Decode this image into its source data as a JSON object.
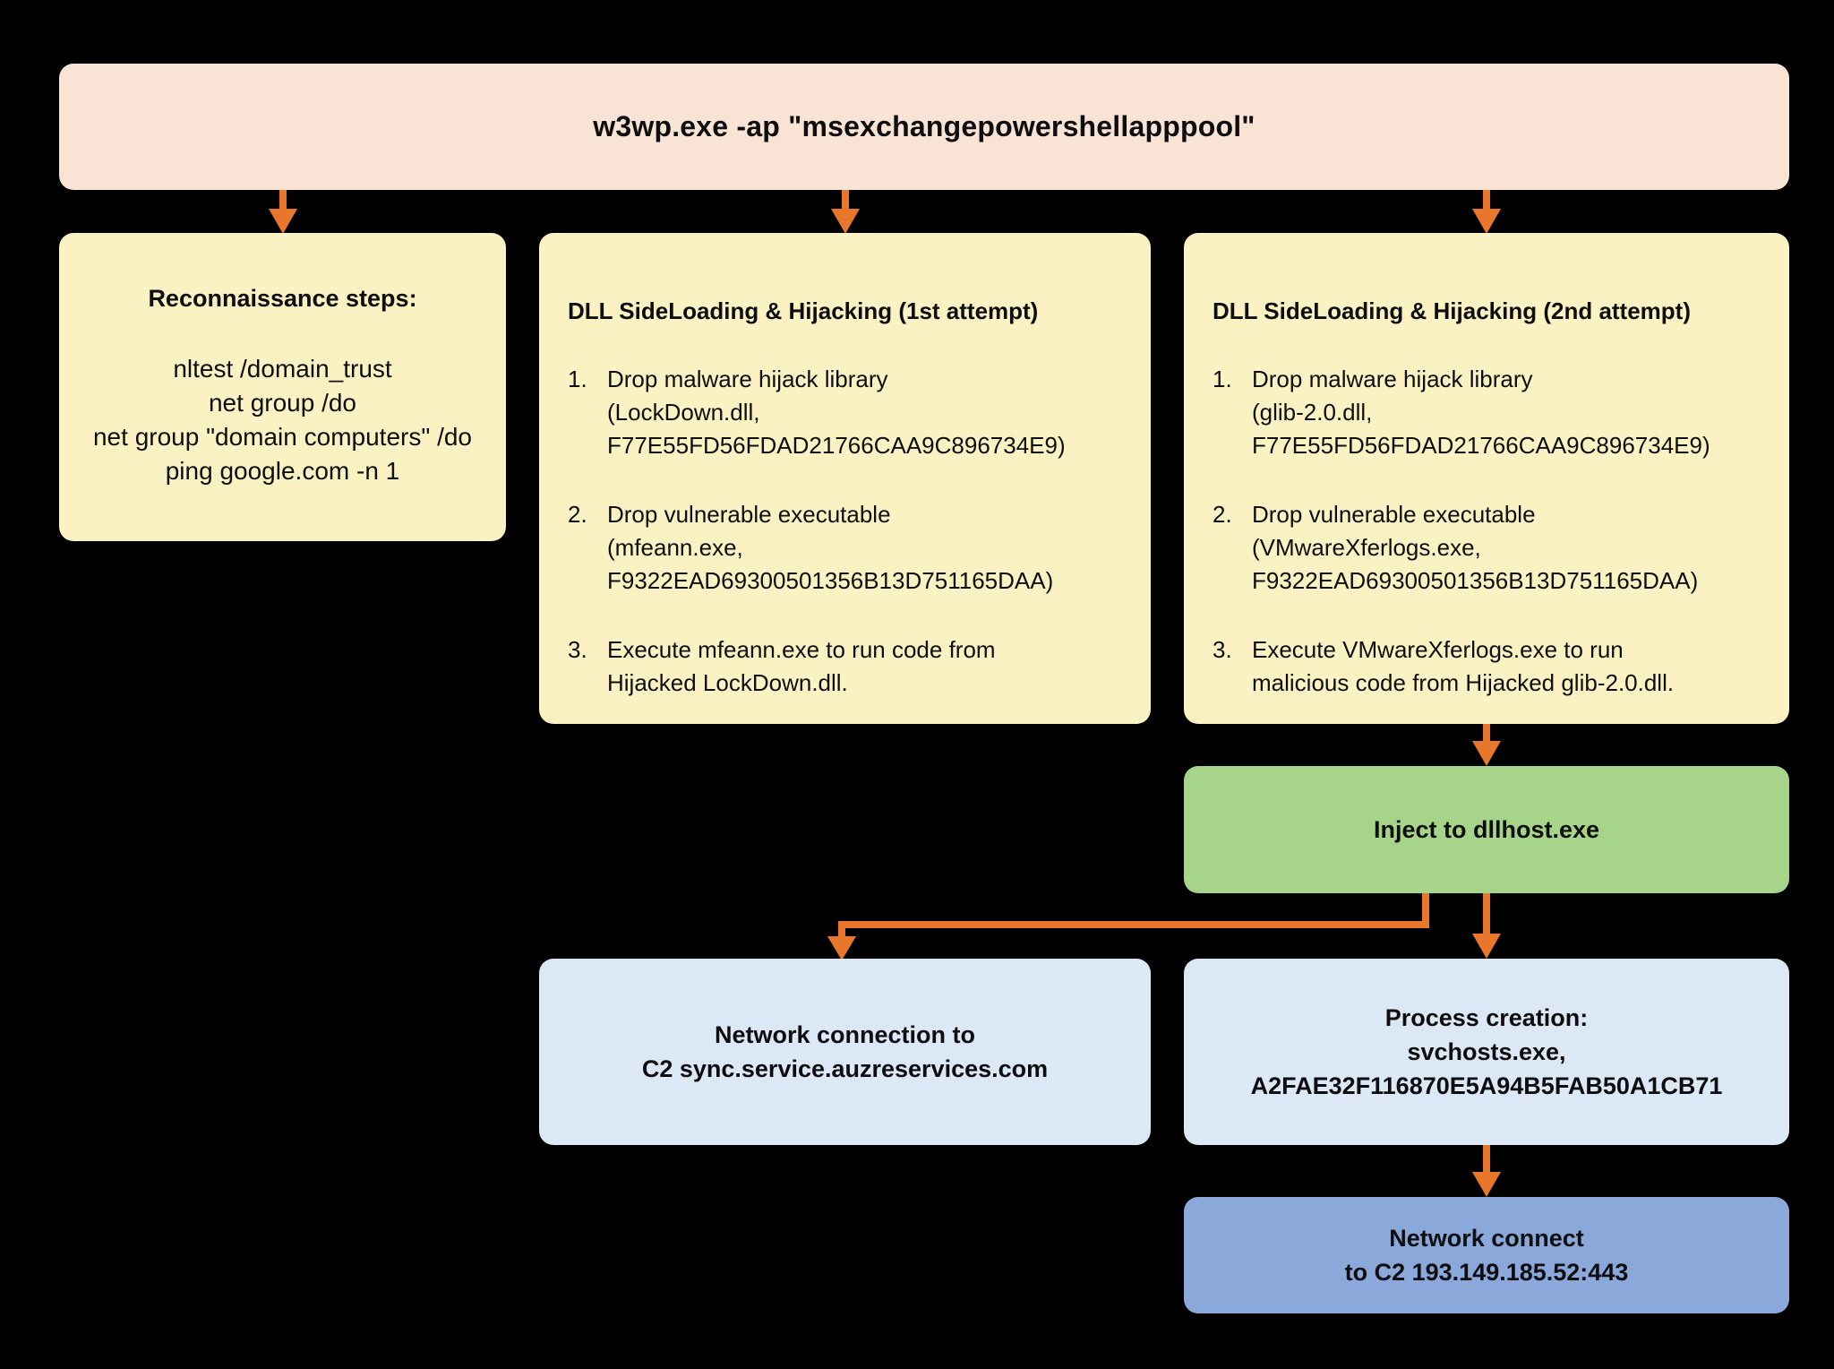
{
  "colors": {
    "background": "#000000",
    "box_pink": "#F8E3D5",
    "box_yellow": "#FAF2C3",
    "box_green": "#A6D589",
    "box_blue": "#DCE8F6",
    "box_periwinkle": "#8BA8DB",
    "arrow_orange": "#E8772C",
    "text": "#0E0E10"
  },
  "root": {
    "title": "w3wp.exe -ap \"msexchangepowershellapppool\""
  },
  "recon": {
    "title": "Reconnaissance steps:",
    "lines": "nltest /domain_trust\nnet group /do\nnet group \"domain computers\" /do\nping google.com -n 1"
  },
  "attempt1": {
    "title": "DLL SideLoading & Hijacking (1st attempt)",
    "items": [
      {
        "num": "1.",
        "text": "Drop malware hijack library\n(LockDown.dll,\nF77E55FD56FDAD21766CAA9C896734E9)"
      },
      {
        "num": "2.",
        "text": "Drop vulnerable executable\n(mfeann.exe,\nF9322EAD69300501356B13D751165DAA)"
      },
      {
        "num": "3.",
        "text": "Execute mfeann.exe to run code from\nHijacked LockDown.dll."
      }
    ]
  },
  "attempt2": {
    "title": "DLL SideLoading & Hijacking (2nd attempt)",
    "items": [
      {
        "num": "1.",
        "text": "Drop malware hijack library\n(glib-2.0.dll,\nF77E55FD56FDAD21766CAA9C896734E9)"
      },
      {
        "num": "2.",
        "text": "Drop vulnerable executable\n(VMwareXferlogs.exe,\nF9322EAD69300501356B13D751165DAA)"
      },
      {
        "num": "3.",
        "text": "Execute VMwareXferlogs.exe to run\nmalicious code from Hijacked glib-2.0.dll."
      }
    ]
  },
  "inject": {
    "label": "Inject to dllhost.exe"
  },
  "network_c2": {
    "label": "Network connection to\nC2 sync.service.auzreservices.com"
  },
  "process_creation": {
    "label": "Process creation:\nsvchosts.exe,\nA2FAE32F116870E5A94B5FAB50A1CB71"
  },
  "network_connect": {
    "label": "Network connect\nto C2 193.149.185.52:443"
  }
}
